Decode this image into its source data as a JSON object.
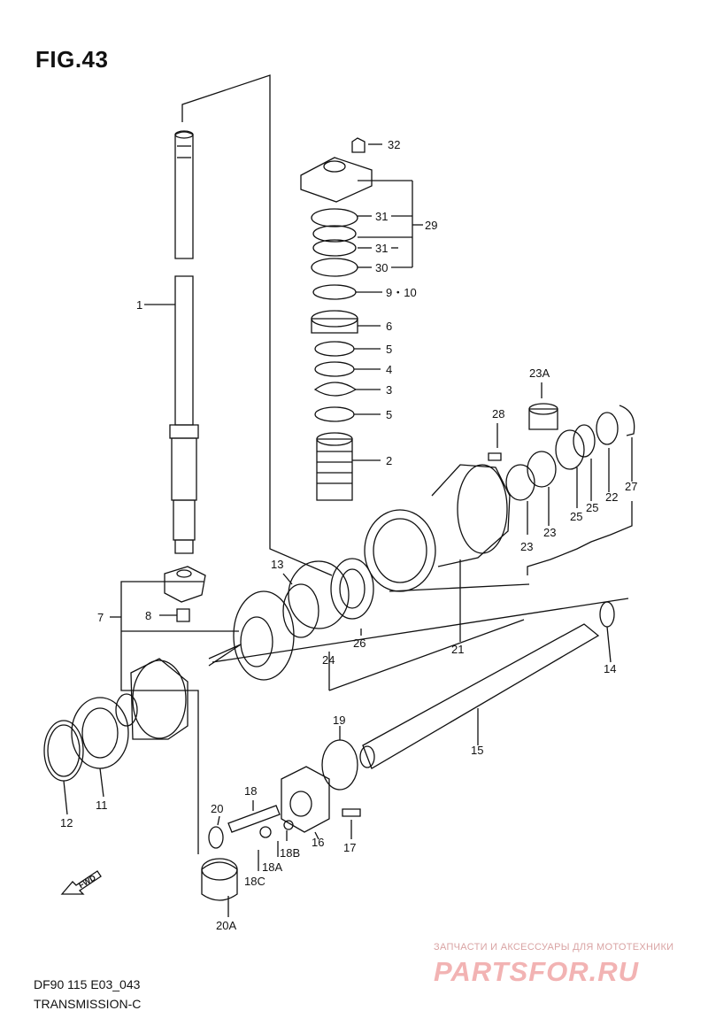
{
  "figure": {
    "title": "FIG.43",
    "model_code": "DF90 115 E03_043",
    "section_name": "TRANSMISSION-C"
  },
  "watermark": {
    "tagline": "ЗАПЧАСТИ И АКСЕССУАРЫ ДЛЯ МОТОТЕХНИКИ",
    "brand": "PARTSFOR.RU"
  },
  "direction_badge": "FWD",
  "callouts": {
    "c1": "1",
    "c2": "2",
    "c3": "3",
    "c4": "4",
    "c5a": "5",
    "c5b": "5",
    "c6": "6",
    "c7": "7",
    "c8": "8",
    "c9_10": "9・10",
    "c11": "11",
    "c12": "12",
    "c13": "13",
    "c14": "14",
    "c15": "15",
    "c16": "16",
    "c17": "17",
    "c18": "18",
    "c18a": "18A",
    "c18b": "18B",
    "c18c": "18C",
    "c19": "19",
    "c20": "20",
    "c20a": "20A",
    "c21": "21",
    "c22": "22",
    "c23a": "23A",
    "c23b": "23",
    "c23c": "23",
    "c24": "24",
    "c25a": "25",
    "c25b": "25",
    "c26": "26",
    "c27": "27",
    "c28": "28",
    "c29": "29",
    "c30": "30",
    "c31a": "31",
    "c31b": "31",
    "c32": "32"
  }
}
